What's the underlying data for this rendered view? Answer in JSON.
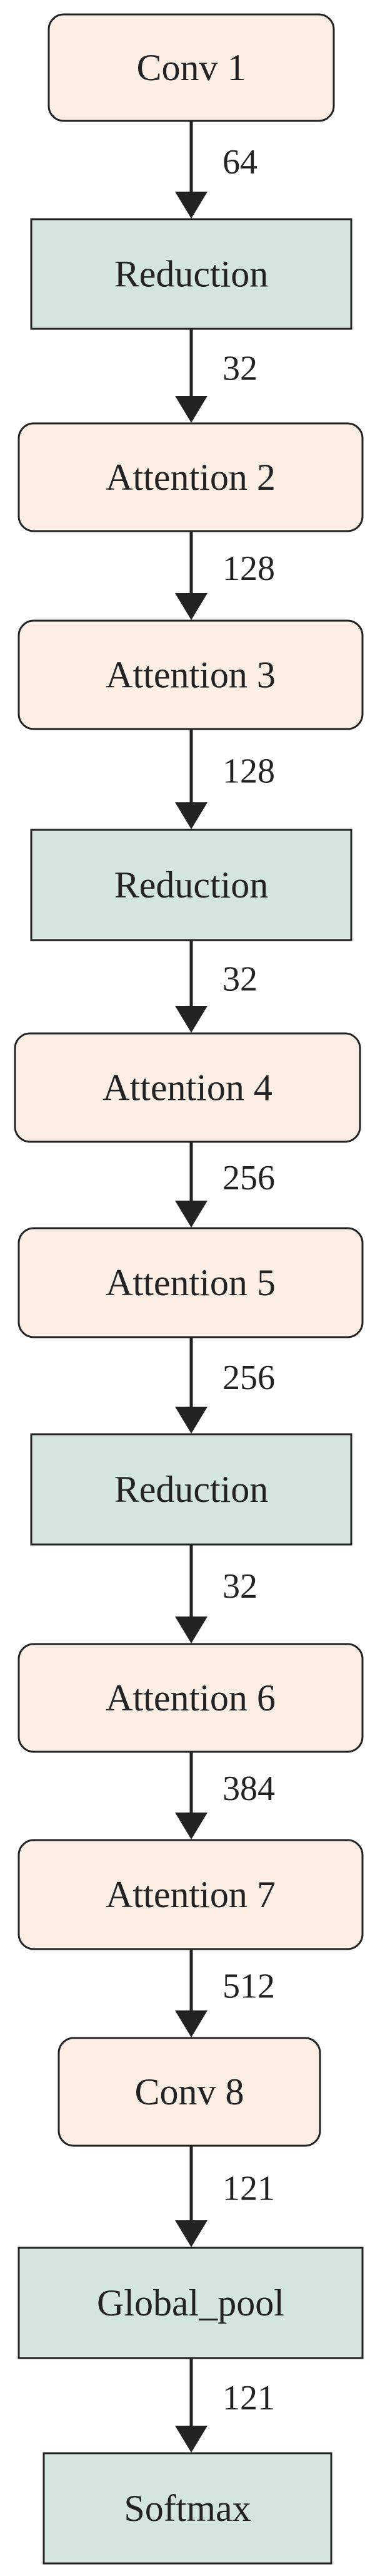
{
  "colors": {
    "layer_fill": "#fbeee4",
    "reduction_fill": "#d3e5de",
    "stroke": "#222222"
  },
  "nodes": [
    {
      "label": "Conv 1",
      "kind": "layer"
    },
    {
      "label": "Reduction",
      "kind": "reduction"
    },
    {
      "label": "Attention 2",
      "kind": "layer"
    },
    {
      "label": "Attention 3",
      "kind": "layer"
    },
    {
      "label": "Reduction",
      "kind": "reduction"
    },
    {
      "label": "Attention 4",
      "kind": "layer"
    },
    {
      "label": "Attention 5",
      "kind": "layer"
    },
    {
      "label": "Reduction",
      "kind": "reduction"
    },
    {
      "label": "Attention 6",
      "kind": "layer"
    },
    {
      "label": "Attention 7",
      "kind": "layer"
    },
    {
      "label": "Conv 8",
      "kind": "layer"
    },
    {
      "label": "Global_pool",
      "kind": "reduction"
    },
    {
      "label": "Softmax",
      "kind": "reduction"
    }
  ],
  "edges": [
    {
      "label": "64"
    },
    {
      "label": "32"
    },
    {
      "label": "128"
    },
    {
      "label": "128"
    },
    {
      "label": "32"
    },
    {
      "label": "256"
    },
    {
      "label": "256"
    },
    {
      "label": "32"
    },
    {
      "label": "384"
    },
    {
      "label": "512"
    },
    {
      "label": "121"
    },
    {
      "label": "121"
    }
  ]
}
